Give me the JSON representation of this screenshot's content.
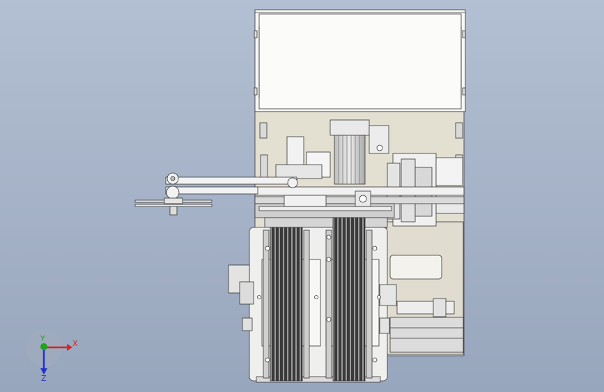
{
  "triad": {
    "x_label": "X",
    "y_label": "Y",
    "z_label": "Z",
    "x_color": "#e0201b",
    "y_color": "#1ea51e",
    "z_color": "#2233cc"
  },
  "colors": {
    "background_top": "#b3bfd2",
    "background_bottom": "#98a6bd",
    "housing_light": "#f4f4f2",
    "housing_beige": "#e2dfd3",
    "metal": "#c9c9c9",
    "belt": "#3b3b3b",
    "outline": "#333333"
  }
}
